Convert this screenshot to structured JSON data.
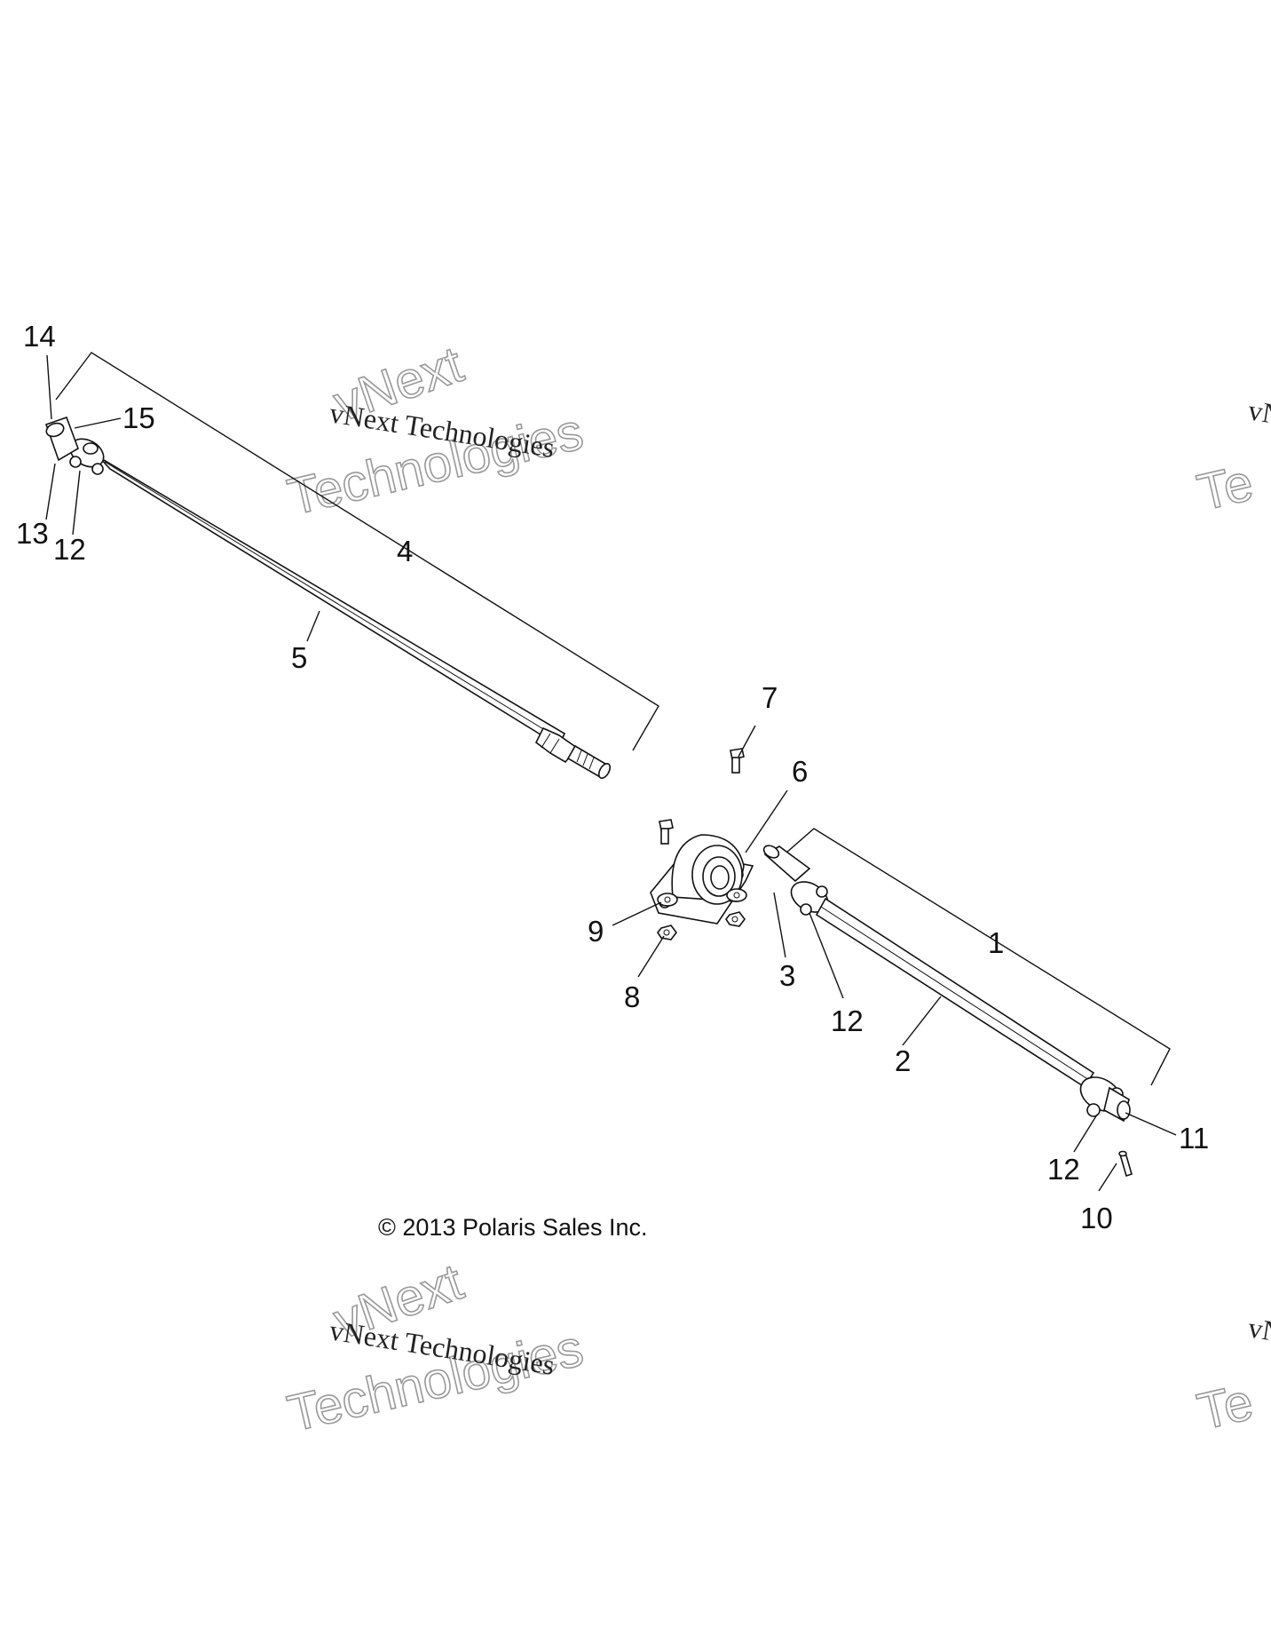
{
  "copyright": "© 2013 Polaris Sales Inc.",
  "watermark": {
    "small": "vNext Technologies",
    "big_top": "vNext",
    "big_bottom": "Technologies",
    "edge_small": "vN",
    "edge_big": "Te"
  },
  "callouts": {
    "c1": "1",
    "c2": "2",
    "c3": "3",
    "c4": "4",
    "c5": "5",
    "c6": "6",
    "c7": "7",
    "c8": "8",
    "c9": "9",
    "c10": "10",
    "c11": "11",
    "c12a": "12",
    "c12b": "12",
    "c12c": "12",
    "c13": "13",
    "c14": "14",
    "c15": "15"
  }
}
